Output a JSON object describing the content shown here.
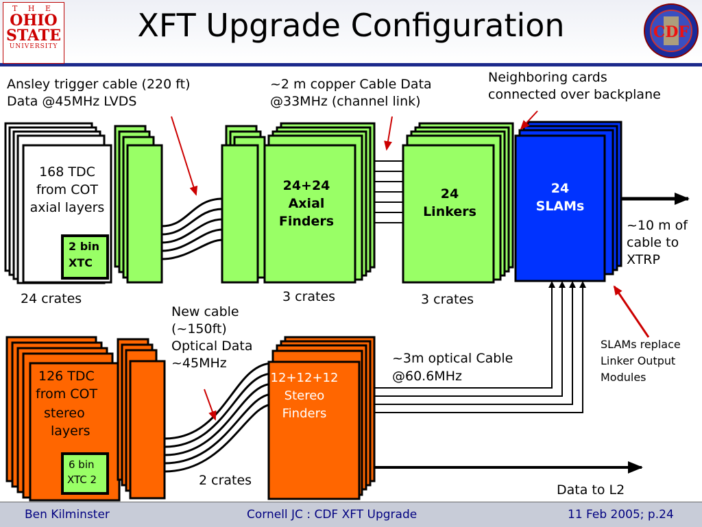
{
  "header": {
    "title": "XFT Upgrade Configuration",
    "logo_left": {
      "line1": "T H E",
      "line2": "OHIO",
      "line3": "STATE",
      "line4": "UNIVERSITY"
    },
    "logo_right": "CDF"
  },
  "labels": {
    "ansley": [
      "Ansley trigger cable (220 ft)",
      "Data @45MHz LVDS"
    ],
    "copper": [
      "~2 m copper Cable Data",
      "@33MHz (channel link)"
    ],
    "neighbor": [
      "Neighboring cards",
      "connected over backplane"
    ],
    "tdc_axial": [
      "168  TDC",
      "from COT",
      "axial layers"
    ],
    "xtc2": [
      "2 bin",
      "XTC"
    ],
    "axial_finders": [
      "24+24",
      "Axial",
      "Finders"
    ],
    "linkers": [
      "24",
      "Linkers"
    ],
    "slams": [
      "24",
      "SLAMs"
    ],
    "xtrp": [
      "~10 m of",
      "cable to",
      "XTRP"
    ],
    "crates_24": "24 crates",
    "crates_3a": "3 crates",
    "crates_3b": "3 crates",
    "new_cable": [
      "New cable",
      "(~150ft)",
      "Optical Data",
      "~45MHz"
    ],
    "slam_replace": [
      "SLAMs replace",
      "Linker Output",
      "Modules"
    ],
    "optical": [
      "~3m optical Cable",
      "@60.6MHz"
    ],
    "tdc_stereo": [
      "126 TDC",
      "from COT",
      " stereo",
      "layers"
    ],
    "xtc6": [
      "6 bin",
      "XTC 2"
    ],
    "stereo_finders": [
      "12+12+12",
      "Stereo",
      "Finders"
    ],
    "crates_2": "2 crates",
    "data_l2": "Data to L2"
  },
  "footer": {
    "left": "Ben Kilminster",
    "center": "Cornell JC : CDF XFT Upgrade",
    "right": "11 Feb 2005; p.24"
  },
  "colors": {
    "green": "#99ff66",
    "orange": "#ff6600",
    "blue": "#0033ff",
    "accent": "#1d2a8c",
    "arrow_red": "#cc0000"
  }
}
